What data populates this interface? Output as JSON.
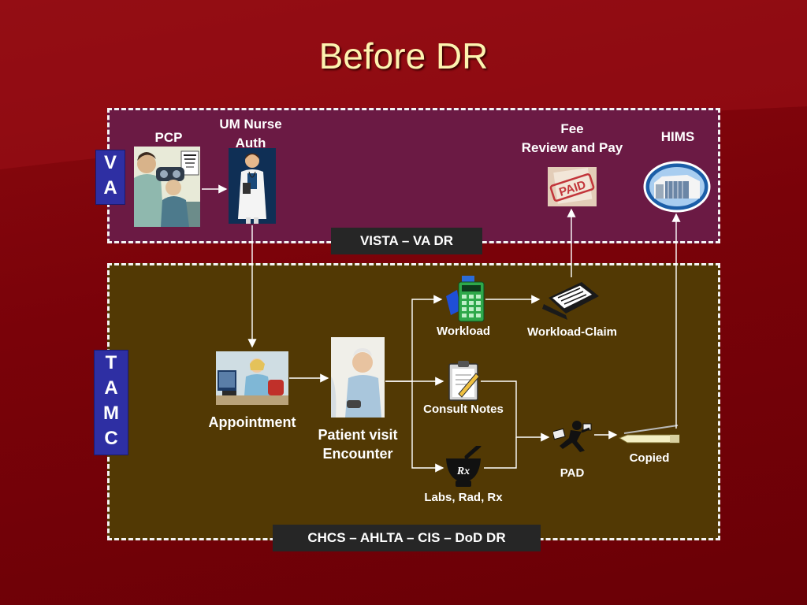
{
  "title": "Before DR",
  "va": {
    "side_label": "V\nA",
    "labels": {
      "pcp": "PCP",
      "um_nurse": "UM Nurse\nAuth",
      "fee": "Fee\nReview and Pay",
      "hims": "HIMS"
    },
    "system": "VISTA – VA DR",
    "paid_stamp": "PAID"
  },
  "tamc": {
    "side_label": "T\nA\nM\nC",
    "labels": {
      "appointment": "Appointment",
      "patient_visit": "Patient visit\nEncounter",
      "workload": "Workload",
      "workload_claim": "Workload-Claim",
      "consult_notes": "Consult Notes",
      "labs": "Labs, Rad, Rx",
      "pad": "PAD",
      "copied": "Copied"
    },
    "system": "CHCS –  AHLTA – CIS – DoD DR",
    "rx_symbol": "Rx"
  },
  "colors": {
    "background": "#7a0209",
    "va_region": "#6b1a44",
    "tamc_region": "#523904",
    "title_text": "#fdf3b0",
    "side_label_bg": "#2e2fa3",
    "system_box_bg": "#262626"
  }
}
